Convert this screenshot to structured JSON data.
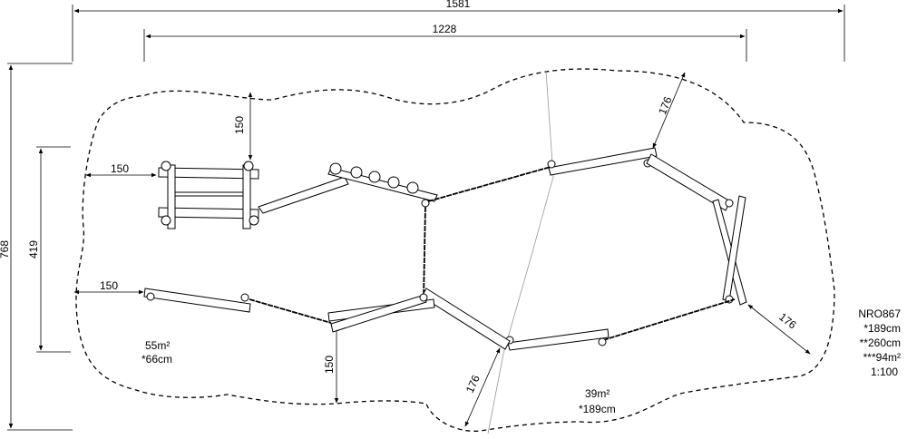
{
  "dimensions": {
    "total_width": "1581",
    "inner_width": "1228",
    "total_height": "768",
    "inner_height": "419",
    "top_left_gap": "150",
    "left_gap_upper": "150",
    "left_gap_lower": "150",
    "bottom_gap": "150",
    "top_right_diag": "176",
    "right_diag": "176",
    "bottom_diag": "176"
  },
  "zones": {
    "left_area": "55m²",
    "left_height": "*66cm",
    "right_area": "39m²",
    "right_height": "*189cm"
  },
  "spec": {
    "code": "NRO867",
    "line1": "*189cm",
    "line2": "**260cm",
    "line3": "***94m²",
    "scale": "1:100"
  }
}
